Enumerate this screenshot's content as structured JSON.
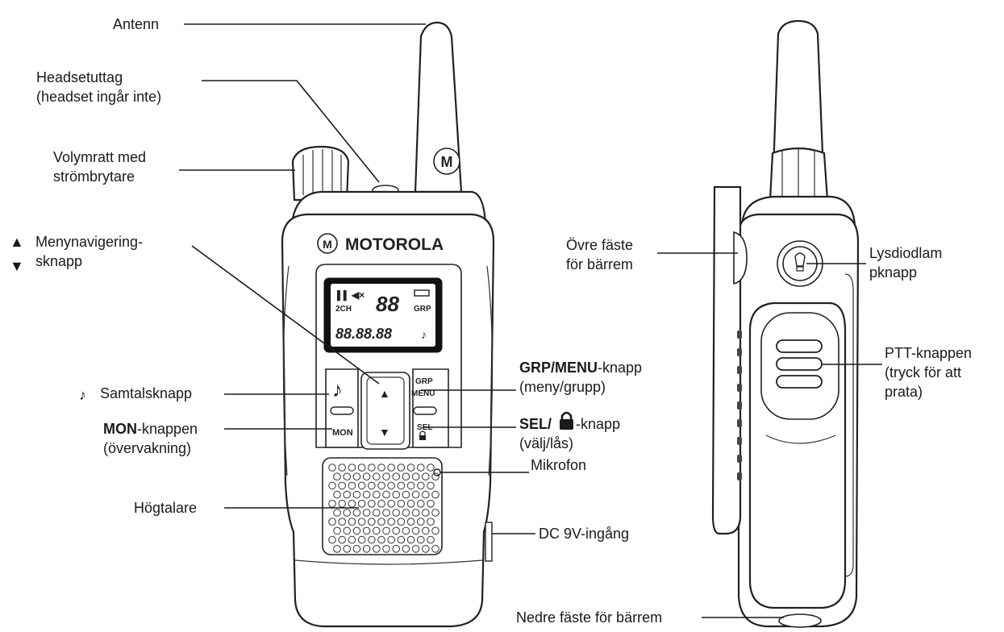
{
  "labels": {
    "antenn": "Antenn",
    "headset_1": "Headsetuttag",
    "headset_2": "(headset ingår inte)",
    "volym_1": "Volymratt med",
    "volym_2": "strömbrytare",
    "meny_1": "Menynavigering-",
    "meny_2": "sknapp",
    "samtal": "Samtalsknapp",
    "mon_bold": "MON",
    "mon_rest": "-knappen",
    "mon_2": "(övervakning)",
    "hogtalare": "Högtalare",
    "grp_bold": "GRP/MENU",
    "grp_rest": "-knapp",
    "grp_2": "(meny/grupp)",
    "sel_bold": "SEL/",
    "sel_rest": "-knapp",
    "sel_2": "(välj/lås)",
    "mikrofon": "Mikrofon",
    "dc": "DC 9V-ingång",
    "ovre_1": "Övre fäste",
    "ovre_2": "för bärrem",
    "lysdiod_1": "Lysdiodlam",
    "lysdiod_2": "pknapp",
    "ptt_1": "PTT-knappen",
    "ptt_2": "(tryck för att",
    "ptt_3": "prata)",
    "nedre": "Nedre fäste för bärrem"
  },
  "device": {
    "brand": "MOTOROLA",
    "lcd_2ch": "2CH",
    "lcd_digits": "88",
    "lcd_grp": "GRP",
    "lcd_segments": "88.88.88",
    "btn_grp": "GRP",
    "btn_menu": "MENU",
    "btn_mon": "MON",
    "btn_sel": "SEL",
    "arrow_up": "▲",
    "arrow_down": "▼",
    "note": "♪"
  },
  "icons": {
    "arrow_up_icon": "▲",
    "arrow_down_icon": "▼",
    "note_icon": "♪"
  }
}
